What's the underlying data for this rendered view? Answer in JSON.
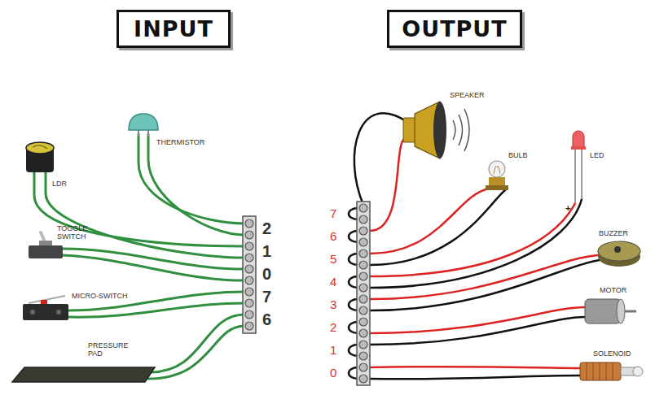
{
  "diagram": {
    "nodes": [
      {
        "text": [
          "INPUT"
        ]
      },
      {
        "text": [
          "OUTPUT"
        ]
      }
    ],
    "labels": [
      "THERMISTOR",
      "LDR",
      "TOGGLE SWITCH",
      "MICRO-SWITCH",
      "PRESSURE PAD",
      "2",
      "1",
      "0",
      "7",
      "6",
      "SPEAKER",
      "BULB",
      "LED",
      "+",
      "BUZZER",
      "MOTOR",
      "SOLENOID",
      "7",
      "6",
      "5",
      "4",
      "3",
      "2",
      "1",
      "0"
    ]
  }
}
